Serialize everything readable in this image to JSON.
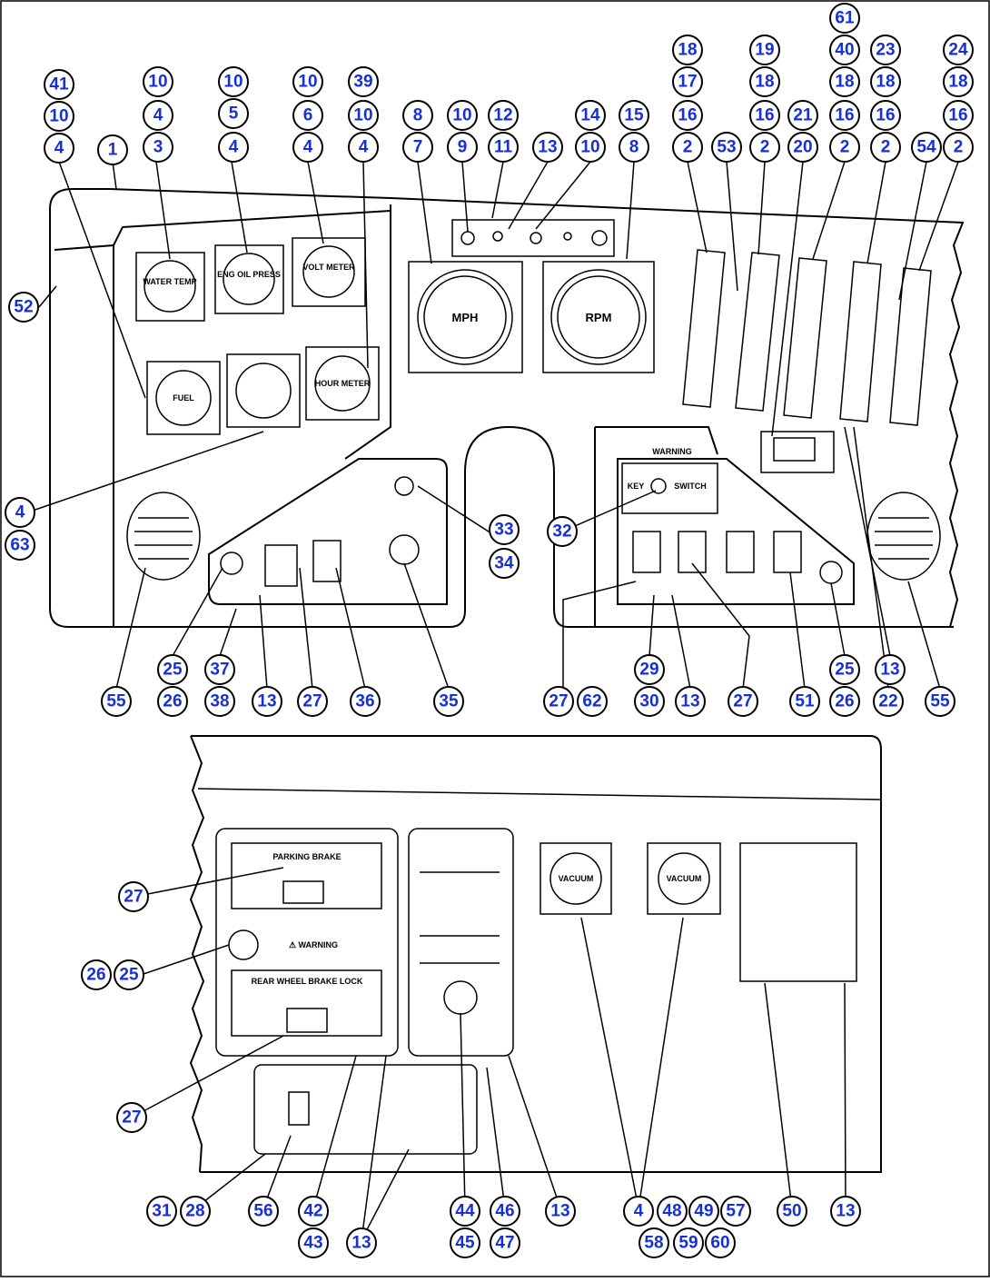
{
  "gauges": {
    "water_temp": "WATER TEMP",
    "eng_oil_press": "ENG OIL PRESS",
    "voltmeter": "VOLT METER",
    "fuel": "FUEL",
    "hourmeter": "HOUR METER",
    "speedometer": "MPH",
    "tachometer": "RPM"
  },
  "warning_panel": {
    "title": "WARNING",
    "key_label": "KEY",
    "switch_label": "SWITCH"
  },
  "lower_panel": {
    "parking_brake": "PARKING BRAKE",
    "warning_tag": "⚠ WARNING",
    "rear_wheel_brake_lock": "REAR WHEEL BRAKE LOCK",
    "vacuum_left": "VACUUM",
    "vacuum_right": "VACUUM"
  },
  "callouts": [
    "1",
    "2",
    "3",
    "4",
    "5",
    "6",
    "7",
    "8",
    "9",
    "10",
    "11",
    "12",
    "13",
    "14",
    "15",
    "16",
    "17",
    "18",
    "19",
    "20",
    "21",
    "22",
    "23",
    "24",
    "25",
    "26",
    "27",
    "28",
    "29",
    "30",
    "31",
    "32",
    "33",
    "34",
    "35",
    "36",
    "37",
    "38",
    "39",
    "40",
    "41",
    "42",
    "43",
    "44",
    "45",
    "46",
    "47",
    "48",
    "49",
    "50",
    "51",
    "52",
    "53",
    "54",
    "55",
    "56",
    "57",
    "58",
    "59",
    "60",
    "61",
    "62",
    "63"
  ],
  "colors": {
    "callout_text": "#1530d8",
    "line": "#000000",
    "background": "#ffffff"
  }
}
